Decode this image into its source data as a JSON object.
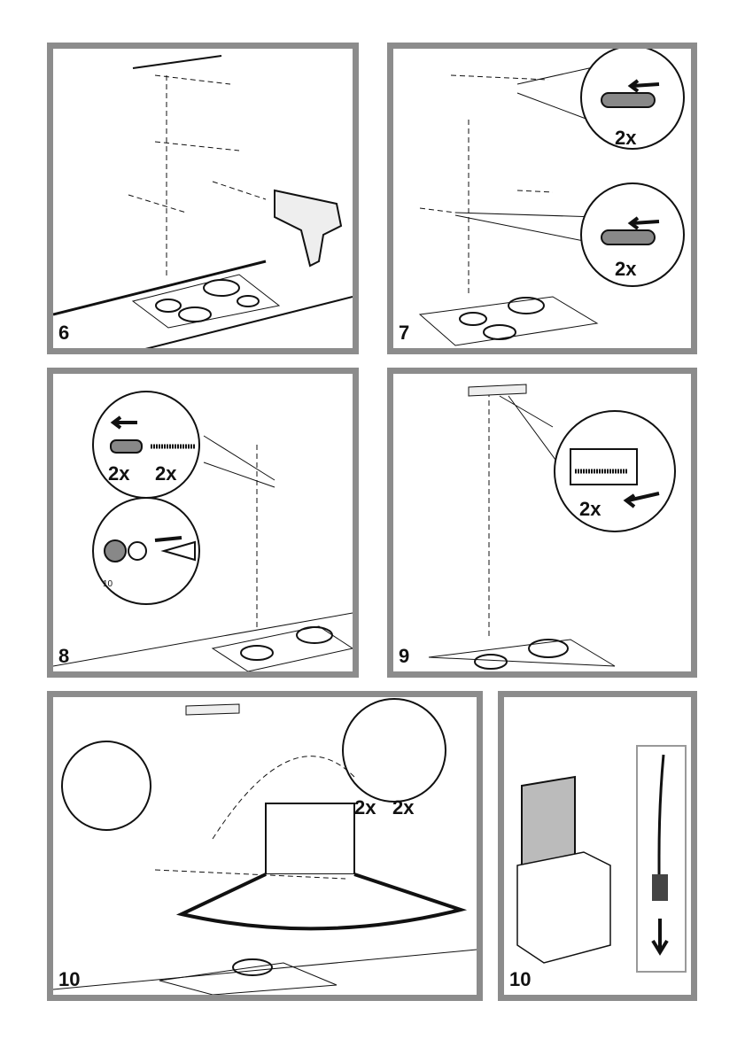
{
  "steps": [
    {
      "number": "6"
    },
    {
      "number": "7",
      "callouts": [
        "2x",
        "2x"
      ]
    },
    {
      "number": "8",
      "callouts": [
        "2x",
        "2x"
      ],
      "dimension": "10"
    },
    {
      "number": "9",
      "callouts": [
        "2x"
      ]
    },
    {
      "number": "10",
      "callouts": [
        "2x",
        "2x"
      ]
    },
    {
      "number": "10"
    }
  ],
  "icons": [
    "ducted-extraction-icon",
    "recirculation-icon"
  ],
  "colors": {
    "border": "#8c8c8c",
    "ink": "#111111"
  }
}
